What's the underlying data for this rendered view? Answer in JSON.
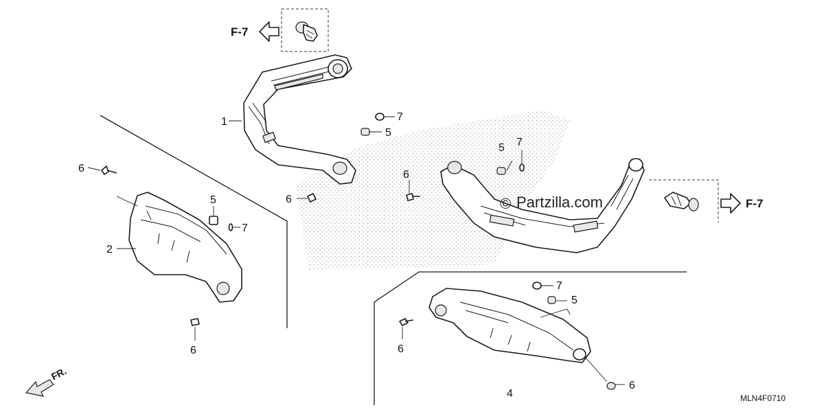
{
  "diagram": {
    "drawing_code": "MLN4F0710",
    "watermark": "Partzilla.com",
    "watermark_symbol": "©",
    "front_label": "FR.",
    "references": [
      {
        "label": "F-7",
        "side": "left"
      },
      {
        "label": "F-7",
        "side": "right"
      }
    ],
    "callouts": [
      {
        "id": "c1",
        "text": "1"
      },
      {
        "id": "c2",
        "text": "2"
      },
      {
        "id": "c4",
        "text": "4"
      },
      {
        "id": "c5a",
        "text": "5"
      },
      {
        "id": "c5b",
        "text": "5"
      },
      {
        "id": "c5c",
        "text": "5"
      },
      {
        "id": "c5d",
        "text": "5"
      },
      {
        "id": "c6a",
        "text": "6"
      },
      {
        "id": "c6b",
        "text": "6"
      },
      {
        "id": "c6c",
        "text": "6"
      },
      {
        "id": "c6d",
        "text": "6"
      },
      {
        "id": "c6e",
        "text": "6"
      },
      {
        "id": "c6f",
        "text": "6"
      },
      {
        "id": "c7a",
        "text": "7"
      },
      {
        "id": "c7b",
        "text": "7"
      },
      {
        "id": "c7c",
        "text": "7"
      },
      {
        "id": "c7d",
        "text": "7"
      }
    ]
  }
}
